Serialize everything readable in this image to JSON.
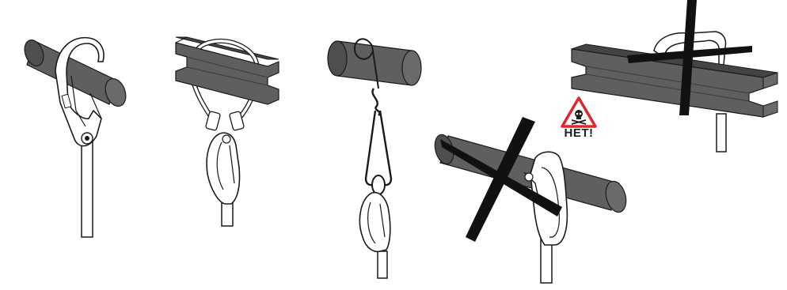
{
  "warning": {
    "label": "НЕТ!",
    "icon": "skull-warning-icon",
    "triangle_color": "#e0262b",
    "symbol_color": "#1f1f1f"
  },
  "figures": [
    {
      "id": 1,
      "anchor": "pipe",
      "connector": "large-hook",
      "status": "correct"
    },
    {
      "id": 2,
      "anchor": "i-beam",
      "connector": "cable-sling-with-snap-hook",
      "status": "correct"
    },
    {
      "id": 3,
      "anchor": "pipe",
      "connector": "wire-sling-with-snap-hook",
      "status": "correct"
    },
    {
      "id": 4,
      "anchor": "pipe",
      "connector": "snap-hook-direct",
      "status": "incorrect"
    },
    {
      "id": 5,
      "anchor": "i-beam",
      "connector": "snap-hook-direct",
      "status": "incorrect"
    }
  ],
  "colors": {
    "anchor_fill": "#5f5f5f",
    "anchor_dark": "#3c3c3c",
    "anchor_light": "#8a8a8a",
    "metal": "#ffffff",
    "outline": "#1a1a1a",
    "cross": "#111111"
  }
}
